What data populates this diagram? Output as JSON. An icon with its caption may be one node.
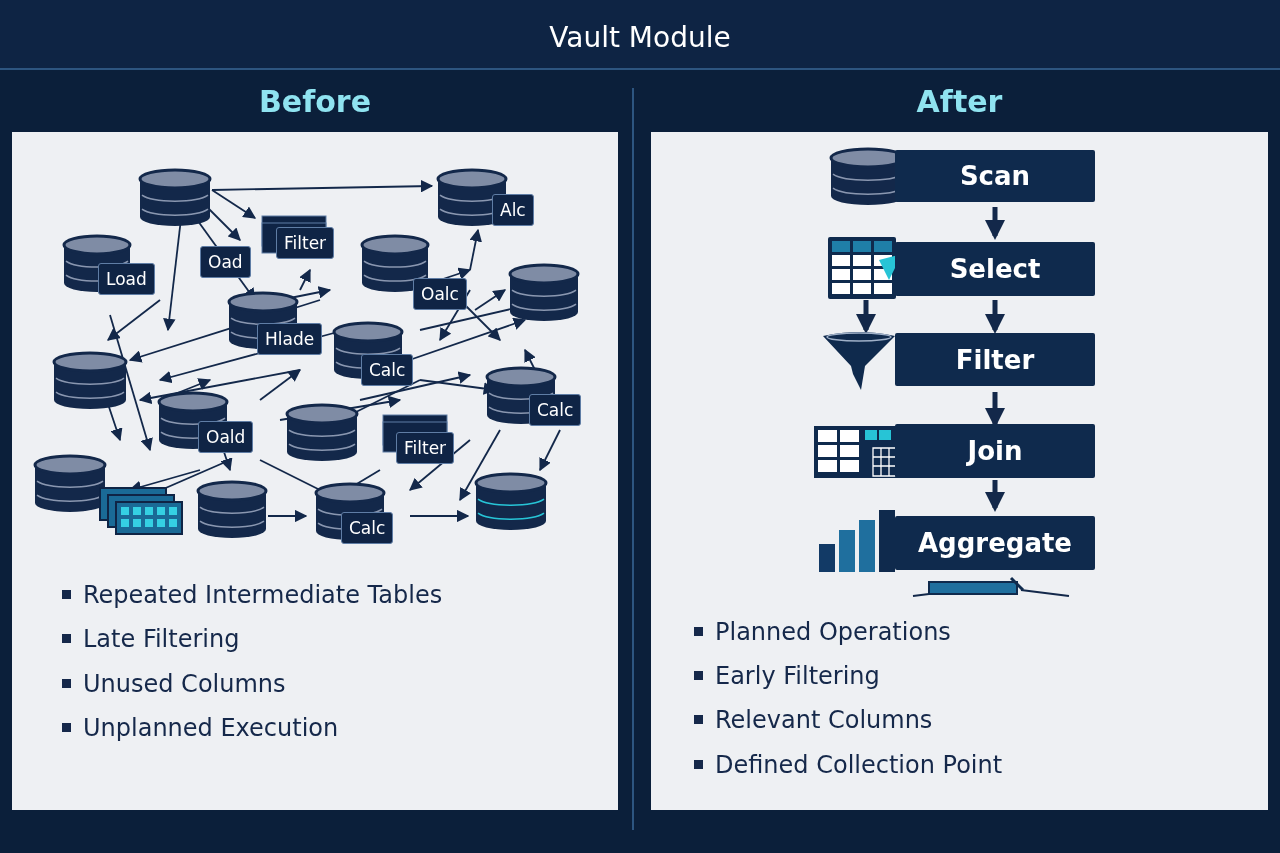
{
  "diagram": {
    "title": "Vault Module",
    "nodes": [
      {
        "text": [
          "Before"
        ]
      },
      {
        "text": [
          "After"
        ]
      },
      {
        "text": [
          "Scan"
        ],
        "in": 1
      },
      {
        "text": [
          "Select"
        ],
        "in": 1
      },
      {
        "text": [
          "Filter"
        ],
        "in": 1
      },
      {
        "text": [
          "Join"
        ],
        "in": 1
      },
      {
        "text": [
          "Aggregate"
        ],
        "in": 1
      }
    ],
    "edges": [
      {
        "from": 2,
        "to": 3,
        "arrow": "to"
      },
      {
        "from": 3,
        "to": 4,
        "arrow": "to"
      },
      {
        "from": 3,
        "to": 4,
        "arrow": "to"
      },
      {
        "from": 4,
        "to": 5,
        "arrow": "to"
      },
      {
        "from": 5,
        "to": 6,
        "arrow": "to"
      }
    ],
    "labels": [
      "Alc",
      "Filter",
      "Oad",
      "Load",
      "Oalc",
      "Hlade",
      "Calc",
      "Calc",
      "Oald",
      "Filter",
      "Calc",
      "Repeated Intermediate Tables",
      "Late Filtering",
      "Unused Columns",
      "Unplanned Execution",
      "Planned Operations",
      "Early Filtering",
      "Relevant Columns",
      "Defined Collection Point"
    ]
  }
}
